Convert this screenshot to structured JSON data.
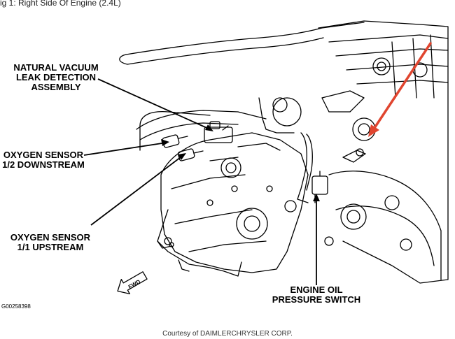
{
  "figure": {
    "caption": "ig 1: Right Side Of Engine (2.4L)",
    "figure_id": "G00258398",
    "courtesy": "Courtesy of DAIMLERCHRYSLER CORP.",
    "fwd_label": "FWD"
  },
  "callouts": {
    "vacuum_line1": "NATURAL VACUUM",
    "vacuum_line2": "LEAK DETECTION",
    "vacuum_line3": "ASSEMBLY",
    "o2_down_line1": "OXYGEN SENSOR",
    "o2_down_line2": "1/2 DOWNSTREAM",
    "o2_up_line1": "OXYGEN SENSOR",
    "o2_up_line2": "1/1 UPSTREAM",
    "oil_line1": "ENGINE OIL",
    "oil_line2": "PRESSURE SWITCH"
  },
  "colors": {
    "ink": "#000000",
    "highlight_arrow": "#e0452f"
  }
}
